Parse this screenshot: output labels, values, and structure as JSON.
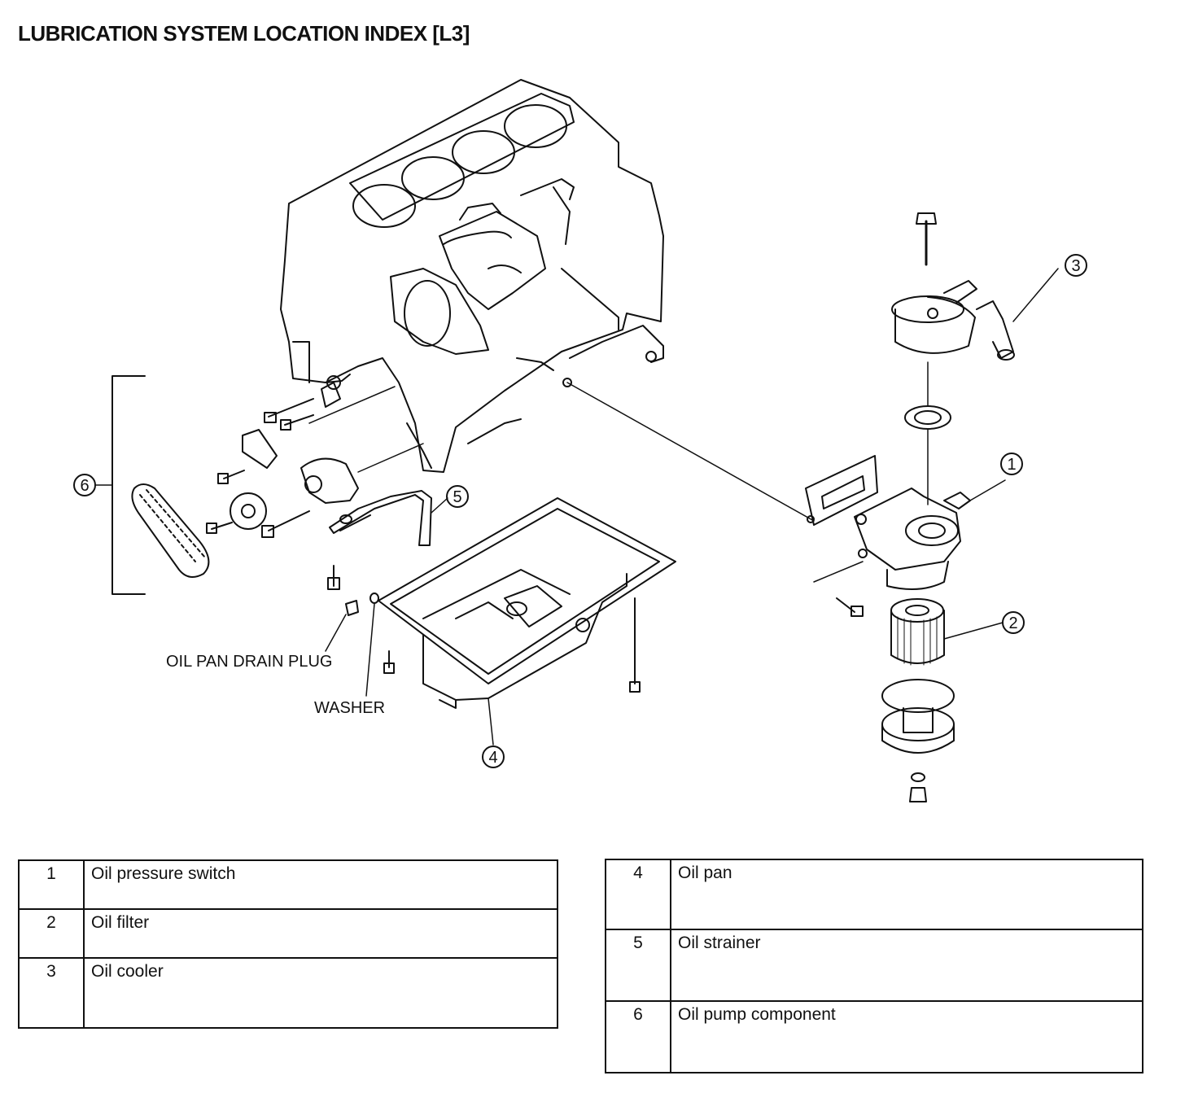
{
  "title": "LUBRICATION SYSTEM LOCATION INDEX [L3]",
  "labels": {
    "drain_plug": "OIL PAN DRAIN PLUG",
    "washer": "WASHER"
  },
  "callouts": [
    {
      "id": "1",
      "text": "1"
    },
    {
      "id": "2",
      "text": "2"
    },
    {
      "id": "3",
      "text": "3"
    },
    {
      "id": "4",
      "text": "4"
    },
    {
      "id": "5",
      "text": "5"
    },
    {
      "id": "6",
      "text": "6"
    }
  ],
  "legend_left": [
    {
      "num": "1",
      "name": "Oil pressure switch"
    },
    {
      "num": "2",
      "name": "Oil filter"
    },
    {
      "num": "3",
      "name": "Oil cooler"
    }
  ],
  "legend_right": [
    {
      "num": "4",
      "name": "Oil pan"
    },
    {
      "num": "5",
      "name": "Oil strainer"
    },
    {
      "num": "6",
      "name": "Oil pump component"
    }
  ]
}
